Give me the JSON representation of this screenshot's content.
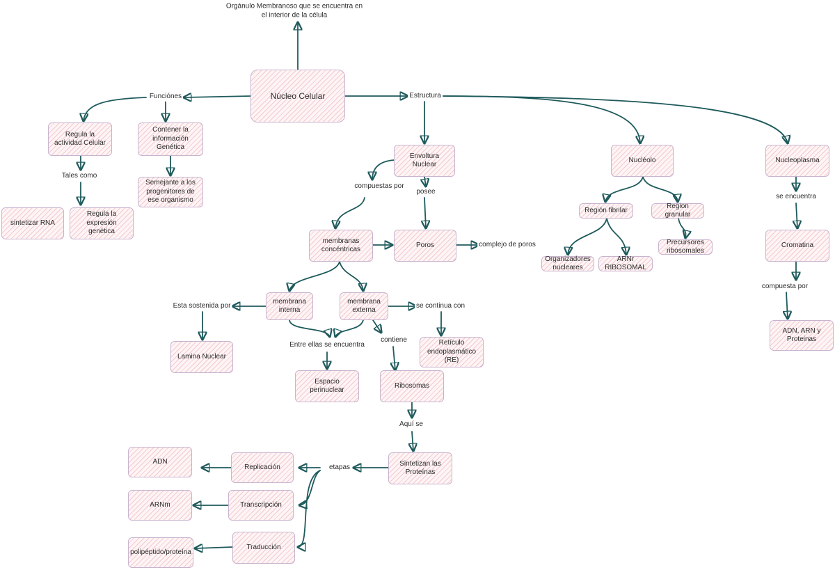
{
  "central": "Núcleo Celular",
  "top_label": "Orgánulo Membranoso que se encuentra en el interior de la célula",
  "funciones": {
    "label": "Funciónes",
    "regula": "Regula la actividad Celular",
    "contener": "Contener la información Genética",
    "tales_como": "Tales como",
    "semejante": "Semejante a los progenitores de ese organismo",
    "sintetizar": "sintetizar RNA",
    "expresion": "Regula la expresión genética"
  },
  "estructura": {
    "label": "Estructura",
    "envoltura": "Envoltura Nuclear",
    "compuestas_por": "compuestas por",
    "posee": "posee",
    "membranas": "membranas concéntricas",
    "poros": "Poros",
    "complejo": "complejo de poros",
    "interna": "membrana interna",
    "externa": "membrana externa",
    "sostenida": "Esta sostenida por",
    "lamina": "Lamina Nuclear",
    "entre_ellas": "Entre ellas se encuentra",
    "espacio": "Espacio perinuclear",
    "continua": "se continua con",
    "reticulo": "Retículo endoplasmático (RE)",
    "contiene": "contiene",
    "ribosomas": "Ribosomas",
    "aqui_se": "Aquí se",
    "sintetizan": "Sintetizan las Proteínas",
    "etapas": "etapas",
    "replicacion": "Replicación",
    "transcripcion": "Transcripción",
    "traduccion": "Traducción",
    "adn": "ADN",
    "arnm": "ARNm",
    "polipeptido": "polipéptido/proteína",
    "nucleolo": "Nucléolo",
    "region_fibrilar": "Región fibrilar",
    "region_granular": "Region granular",
    "organizadores": "Organizadores nucleares",
    "arnr": "ARNr RIBOSOMAL",
    "precursores": "Precursores ribosomales",
    "nucleoplasma": "Nucleoplasma",
    "se_encuentra": "se encuentra",
    "cromatina": "Cromatina",
    "compuesta_por": "compuesta por",
    "adn_arn": "ADN, ARN y Proteinas"
  },
  "colors": {
    "edge": "#1f5a5c",
    "node_border": "#c9b4cf",
    "node_hatch": "#e996a0",
    "node_fill": "#fdf4f5"
  }
}
